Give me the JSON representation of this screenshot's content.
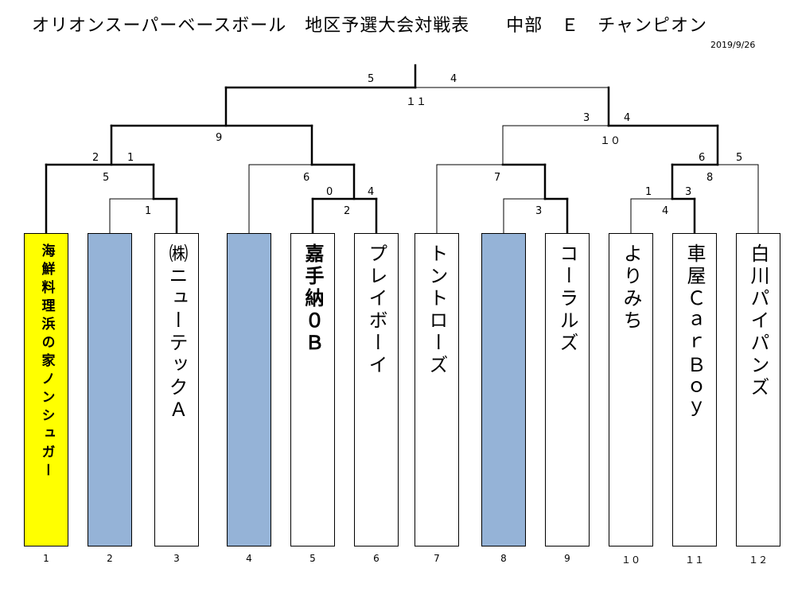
{
  "header": {
    "title": "オリオンスーパーベースボール　地区予選大会対戦表　　中部　Ｅ　チャンピオン",
    "date": "2019/9/26"
  },
  "teams": [
    {
      "pos": "1",
      "name": "海鮮料理浜の家ノンシュガー",
      "style": "yellow",
      "weight": "bold"
    },
    {
      "pos": "2",
      "name": "",
      "style": "bye",
      "weight": "normal"
    },
    {
      "pos": "3",
      "name": "㈱ニューテックＡ",
      "style": "white",
      "weight": "normal"
    },
    {
      "pos": "4",
      "name": "",
      "style": "bye",
      "weight": "normal"
    },
    {
      "pos": "5",
      "name": "嘉手納０Ｂ",
      "style": "white",
      "weight": "bold"
    },
    {
      "pos": "6",
      "name": "プレイボーイ",
      "style": "white",
      "weight": "normal"
    },
    {
      "pos": "7",
      "name": "トントローズ",
      "style": "white",
      "weight": "normal"
    },
    {
      "pos": "8",
      "name": "",
      "style": "bye",
      "weight": "normal"
    },
    {
      "pos": "9",
      "name": "コーラルズ",
      "style": "white",
      "weight": "normal"
    },
    {
      "pos": "１０",
      "name": "よりみち",
      "style": "white",
      "weight": "normal"
    },
    {
      "pos": "１１",
      "name": "車屋ＣａｒＢｏｙ",
      "style": "white",
      "weight": "normal"
    },
    {
      "pos": "１２",
      "name": "白川パイパンズ",
      "style": "white",
      "weight": "normal"
    }
  ],
  "scores": [
    {
      "text": "5"
    },
    {
      "text": "4"
    },
    {
      "text": "１１"
    },
    {
      "text": "9"
    },
    {
      "text": "3"
    },
    {
      "text": "4"
    },
    {
      "text": "１０"
    },
    {
      "text": "2"
    },
    {
      "text": "1"
    },
    {
      "text": "5"
    },
    {
      "text": "1"
    },
    {
      "text": "6"
    },
    {
      "text": "0"
    },
    {
      "text": "4"
    },
    {
      "text": "2"
    },
    {
      "text": "7"
    },
    {
      "text": "3"
    },
    {
      "text": "6"
    },
    {
      "text": "5"
    },
    {
      "text": "8"
    },
    {
      "text": "1"
    },
    {
      "text": "3"
    },
    {
      "text": "4"
    }
  ],
  "colors": {
    "champion": "#ffff00",
    "bye": "#95b3d7",
    "line": "#000000"
  }
}
